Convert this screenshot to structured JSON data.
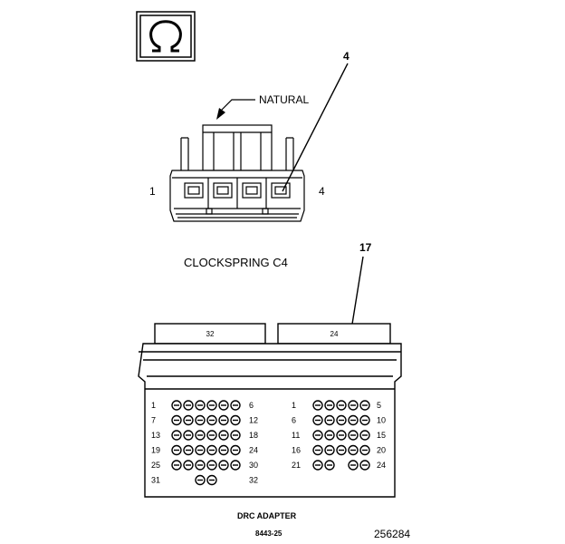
{
  "symbol": {
    "icon": "omega-icon"
  },
  "clockspring": {
    "callout_pin": "4",
    "material": "NATURAL",
    "pin_left": "1",
    "pin_right": "4",
    "name": "CLOCKSPRING C4"
  },
  "drc_adapter": {
    "callout_pin": "17",
    "left_header": "32",
    "right_header": "24",
    "left_rows": [
      {
        "start": "1",
        "end": "6",
        "pins": [
          1,
          1,
          1,
          1,
          1,
          1
        ]
      },
      {
        "start": "7",
        "end": "12",
        "pins": [
          1,
          1,
          1,
          1,
          1,
          1
        ]
      },
      {
        "start": "13",
        "end": "18",
        "pins": [
          1,
          1,
          1,
          1,
          1,
          1
        ]
      },
      {
        "start": "19",
        "end": "24",
        "pins": [
          1,
          1,
          1,
          1,
          1,
          1
        ]
      },
      {
        "start": "25",
        "end": "30",
        "pins": [
          1,
          1,
          1,
          1,
          1,
          1
        ]
      },
      {
        "start": "31",
        "end": "32",
        "pins": [
          0,
          0,
          1,
          1,
          0,
          0
        ]
      }
    ],
    "right_rows": [
      {
        "start": "1",
        "end": "5",
        "pins": [
          1,
          1,
          1,
          1,
          1
        ]
      },
      {
        "start": "6",
        "end": "10",
        "pins": [
          1,
          1,
          1,
          1,
          1
        ]
      },
      {
        "start": "11",
        "end": "15",
        "pins": [
          1,
          1,
          1,
          1,
          1
        ]
      },
      {
        "start": "16",
        "end": "20",
        "pins": [
          1,
          1,
          1,
          1,
          1
        ]
      },
      {
        "start": "21",
        "end": "24",
        "pins": [
          1,
          1,
          0,
          1,
          1
        ]
      }
    ],
    "name": "DRC ADAPTER",
    "part_number": "8443-25"
  },
  "figure_number": "256284"
}
